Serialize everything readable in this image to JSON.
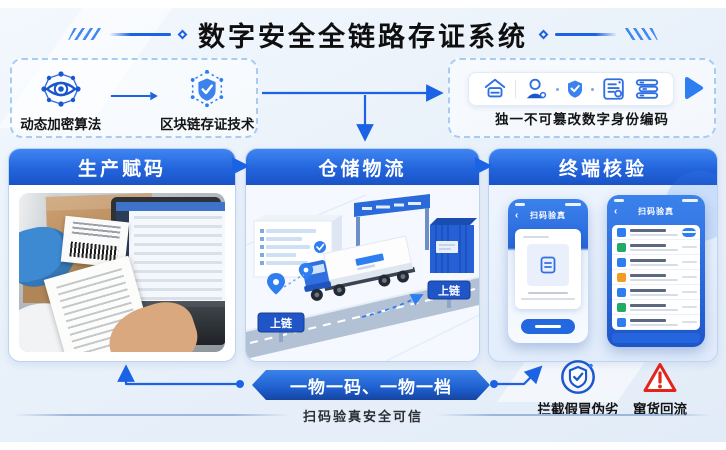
{
  "title": "数字安全全链路存证系统",
  "tech_box": {
    "items": [
      {
        "icon": "eye-network-icon",
        "label": "动态加密算法"
      },
      {
        "icon": "hexagon-shield-check-icon",
        "label": "区块链存证技术"
      }
    ]
  },
  "identity_box": {
    "icons": [
      "warehouse-icon",
      "person-icon",
      "mini-shield-check-icon",
      "certificate-icon",
      "list-icon",
      "play-arrow-icon"
    ],
    "label": "独一不可篡改数字身份编码"
  },
  "panels": {
    "production": {
      "title": "生产赋码"
    },
    "logistics": {
      "title": "仓储物流",
      "chain_sign_left": "上链",
      "chain_sign_right": "上链"
    },
    "verification": {
      "title": "终端核验",
      "phone_left": {
        "header": "扫码验真"
      },
      "phone_right": {
        "header": "扫码验真",
        "row_icon_colors": [
          "#2f7ef0",
          "#22ab67",
          "#2f7ef0",
          "#f59a23",
          "#2f7ef0",
          "#22ab67",
          "#2f7ef0"
        ]
      }
    }
  },
  "footer": {
    "banner": "一物一码、一物一档",
    "shield_badge": "拦截假冒伪劣",
    "warning_badge": "窜货回流",
    "caption": "扫码验真安全可信"
  },
  "colors": {
    "primary_blue": "#1b62e4",
    "bright_blue": "#2f7ef0",
    "header_blue_dark": "#1a53c6",
    "warning_red": "#e3241b",
    "green": "#22ab67",
    "orange": "#f59a23",
    "background": "#e9f1fa"
  }
}
